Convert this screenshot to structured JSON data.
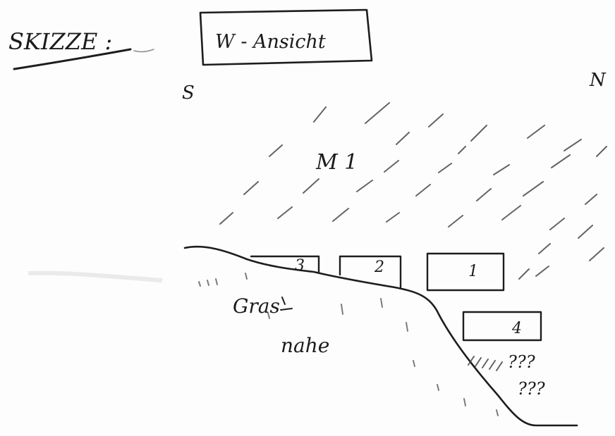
{
  "sketch": {
    "heading": "SKIZZE :",
    "view_label": "W - Ansicht",
    "south_label": "S",
    "north_label": "N",
    "mass_label": "M 1",
    "blocks": [
      {
        "id": "3",
        "label": "3"
      },
      {
        "id": "2",
        "label": "2"
      },
      {
        "id": "1",
        "label": "1"
      },
      {
        "id": "4",
        "label": "4"
      }
    ],
    "grass_label_line1": "Gras",
    "grass_label_line2": "nahe",
    "question_marks_top": "???",
    "question_marks_bottom": "???"
  }
}
